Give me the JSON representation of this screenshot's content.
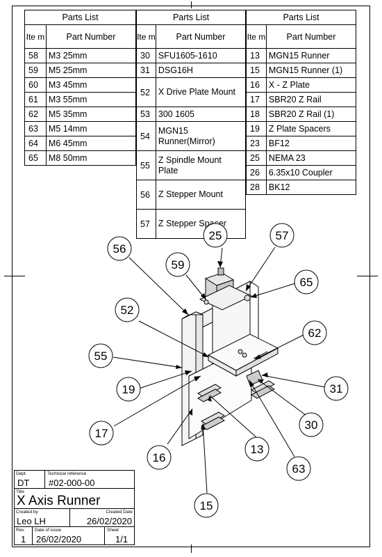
{
  "parts_tables": [
    {
      "title": "Parts List",
      "item_header": "Ite m",
      "pn_header": "Part Number",
      "rows": [
        {
          "item": "58",
          "pn": "M3 25mm"
        },
        {
          "item": "59",
          "pn": "M5 25mm"
        },
        {
          "item": "60",
          "pn": "M3 45mm"
        },
        {
          "item": "61",
          "pn": "M3 55mm"
        },
        {
          "item": "62",
          "pn": "M5 35mm"
        },
        {
          "item": "63",
          "pn": "M5 14mm"
        },
        {
          "item": "64",
          "pn": "M6 45mm"
        },
        {
          "item": "65",
          "pn": "M8 50mm"
        }
      ]
    },
    {
      "title": "Parts List",
      "item_header": "Ite m",
      "pn_header": "Part Number",
      "rows": [
        {
          "item": "30",
          "pn": "SFU1605-1610"
        },
        {
          "item": "31",
          "pn": "DSG16H"
        },
        {
          "item": "52",
          "pn": "X Drive Plate Mount"
        },
        {
          "item": "53",
          "pn": "300 1605"
        },
        {
          "item": "54",
          "pn": "MGN15 Runner(Mirror)"
        },
        {
          "item": "55",
          "pn": "Z Spindle Mount Plate"
        },
        {
          "item": "56",
          "pn": "Z Stepper Mount"
        },
        {
          "item": "57",
          "pn": "Z Stepper Spacer"
        }
      ]
    },
    {
      "title": "Parts List",
      "item_header": "Ite m",
      "pn_header": "Part Number",
      "rows": [
        {
          "item": "13",
          "pn": "MGN15 Runner"
        },
        {
          "item": "15",
          "pn": "MGN15 Runner (1)"
        },
        {
          "item": "16",
          "pn": "X - Z Plate"
        },
        {
          "item": "17",
          "pn": "SBR20 Z Rail"
        },
        {
          "item": "18",
          "pn": "SBR20 Z Rail (1)"
        },
        {
          "item": "19",
          "pn": "Z Plate Spacers"
        },
        {
          "item": "23",
          "pn": "BF12"
        },
        {
          "item": "25",
          "pn": "NEMA 23"
        },
        {
          "item": "26",
          "pn": "6.35x10 Coupler"
        },
        {
          "item": "28",
          "pn": "BK12"
        }
      ]
    }
  ],
  "balloons": [
    "25",
    "57",
    "56",
    "59",
    "65",
    "52",
    "62",
    "55",
    "19",
    "31",
    "17",
    "30",
    "13",
    "16",
    "63",
    "15"
  ],
  "title_block": {
    "dept_label": "Dept.",
    "dept": "DT",
    "techref_label": "Technical reference",
    "techref": "#02-000-00",
    "title_label": "Title",
    "title": "X Axis Runner",
    "created_by_label": "Created by",
    "created_by": "Leo LH",
    "created_date_label": "Created Date",
    "created_date": "26/02/2020",
    "rev_label": "Rev.",
    "rev": "1",
    "issue_label": "Date of issue",
    "issue_date": "26/02/2020",
    "sheet_label": "Sheet",
    "sheet": "1/1"
  }
}
